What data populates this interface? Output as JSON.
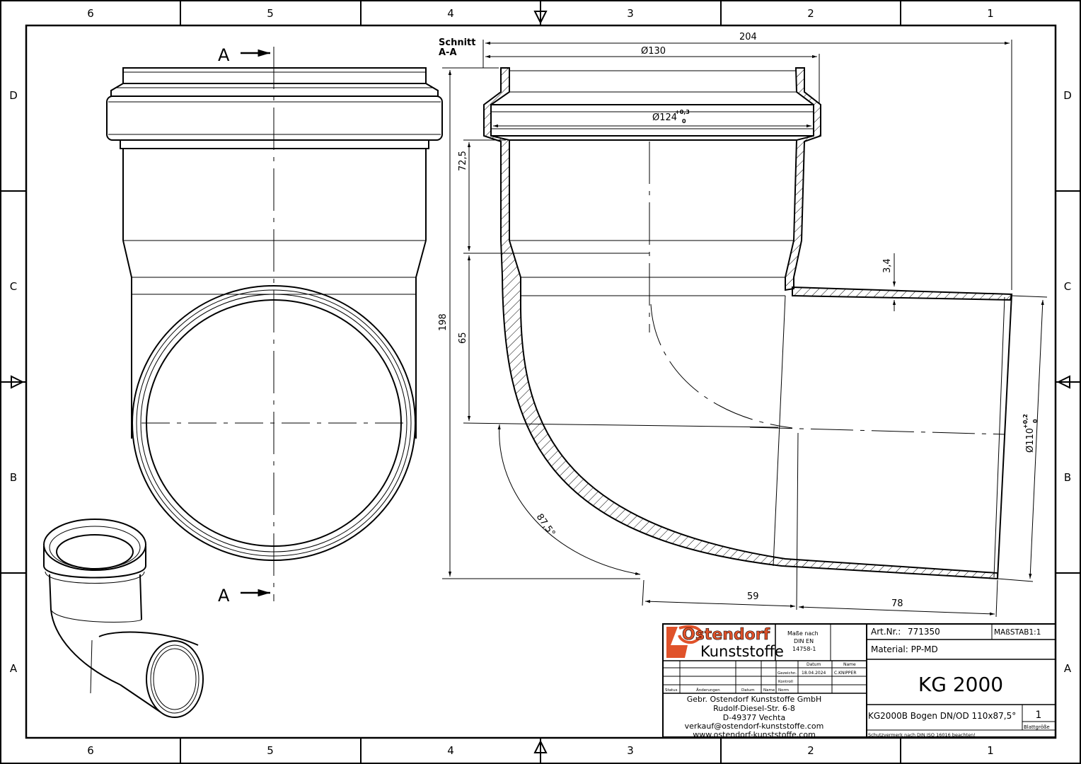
{
  "zones": {
    "columns": [
      "6",
      "5",
      "4",
      "3",
      "2",
      "1"
    ],
    "rows": [
      "D",
      "C",
      "B",
      "A"
    ]
  },
  "section": {
    "label_line1": "Schnitt",
    "label_line2": "A-A",
    "marker": "A"
  },
  "dimensions": {
    "overall_width": "204",
    "socket_outer": "Ø130",
    "socket_inner": "Ø124",
    "socket_inner_tol_upper": "+0,3",
    "socket_inner_tol_lower": "0",
    "socket_depth": "72,5",
    "total_height": "198",
    "bend_height": "65",
    "wall": "3,4",
    "spigot_dia": "Ø110",
    "spigot_tol_upper": "+0,2",
    "spigot_tol_lower": "0",
    "angle": "87,5°",
    "offset_59": "59",
    "spigot_len": "78"
  },
  "title_block": {
    "logo_line1": "Ostendorf",
    "logo_line2": "Kunststoffe",
    "standard_line1": "Maße nach",
    "standard_line2": "DIN EN",
    "standard_line3": "14758-1",
    "hdr_datum": "Datum",
    "hdr_name": "Name",
    "row_gezeichnet": "Gezeichn.",
    "gezeichnet_date": "18.04.2024",
    "gezeichnet_name": "C.KNIPPER",
    "row_kontroll": "Kontroll",
    "rev_status": "Status",
    "rev_aenderungen": "Änderungen",
    "rev_datum": "Datum",
    "rev_name": "Name",
    "rev_norm": "Norm",
    "company": "Gebr. Ostendorf Kunststoffe GmbH",
    "street": "Rudolf-Diesel-Str. 6-8",
    "city": "D-49377 Vechta",
    "email": "verkauf@ostendorf-kunststoffe.com",
    "web": "www.ostendorf-kunststoffe.com",
    "art_label": "Art.Nr.:",
    "art_no": "771350",
    "scale": "MAßSTAB1:1",
    "material": "Material: PP-MD",
    "title": "KG 2000",
    "description": "KG2000B Bogen DN/OD 110x87,5°",
    "sheet_no": "1",
    "sheet_size_label": "Blattgröße",
    "protection_note": "Schutzvermerk nach DIN ISO 16016 beachten!"
  },
  "colors": {
    "line": "#000000",
    "brand": "#e0522a"
  }
}
